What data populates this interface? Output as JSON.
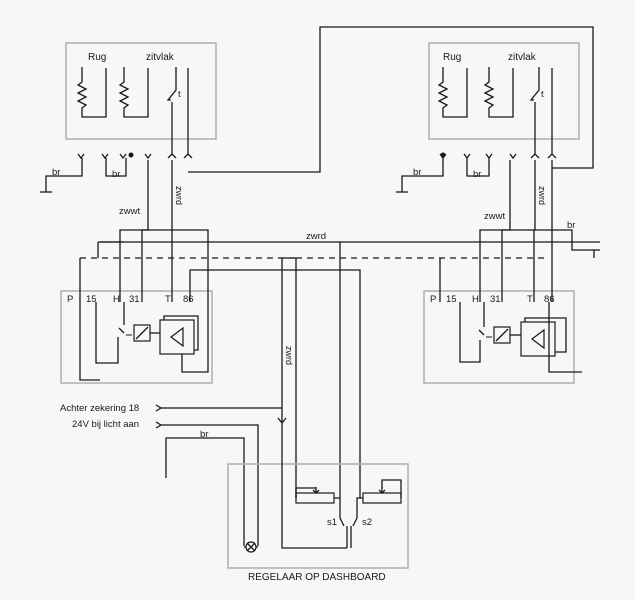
{
  "seat_left": {
    "label_rug": "Rug",
    "label_zitvlak": "zitvlak",
    "thermostat": "t"
  },
  "seat_right": {
    "label_rug": "Rug",
    "label_zitvlak": "zitvlak",
    "thermostat": "t"
  },
  "wires": {
    "br": "br",
    "zwwt": "zwwt",
    "zwrd": "zwrd"
  },
  "relay_left": {
    "pins": [
      "P",
      "15",
      "H",
      "31",
      "T",
      "86"
    ]
  },
  "relay_right": {
    "pins": [
      "P",
      "15",
      "H",
      "31",
      "T",
      "86"
    ]
  },
  "inputs": {
    "fuse": "Achter zekering 18",
    "light": "24V bij licht aan"
  },
  "dashboard": {
    "switch1": "s1",
    "switch2": "s2",
    "caption": "REGELAAR OP DASHBOARD"
  }
}
